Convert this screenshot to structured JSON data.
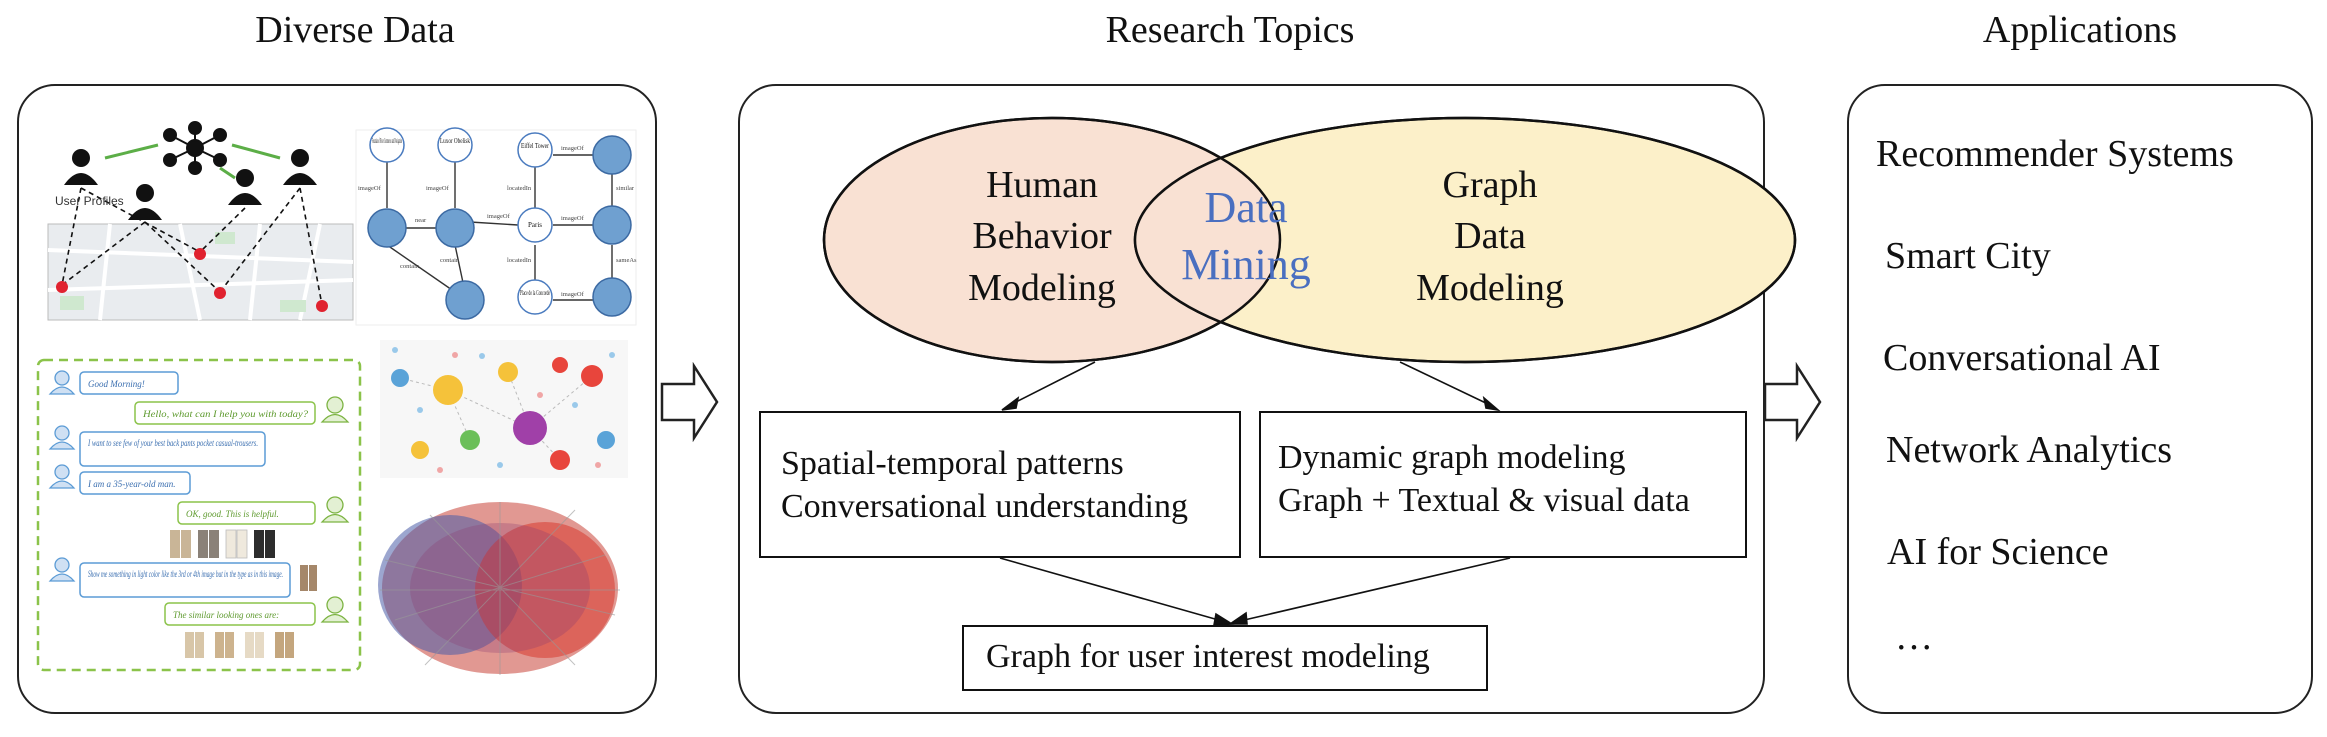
{
  "headings": {
    "left": "Diverse Data",
    "middle": "Research Topics",
    "right": "Applications"
  },
  "diverse_data": {
    "map_panel": {
      "label": "User Profiles"
    },
    "knowledge_graph": {
      "nodes": [
        "Fountain of River Commerce and Navigation",
        "Luxor Obelisk",
        "Eiffel Tower",
        "Paris",
        "Place de la Concorde"
      ],
      "edge_labels": [
        "imageOf",
        "imageOf",
        "imageOf",
        "imageOf",
        "imageOf",
        "imageOf",
        "near",
        "contain",
        "contain",
        "locatedIn",
        "locatedIn",
        "similar",
        "sameAs"
      ]
    },
    "chat": {
      "messages": [
        {
          "from": "user",
          "text": "Good Morning!"
        },
        {
          "from": "bot",
          "text": "Hello, what can I help you with today?"
        },
        {
          "from": "user",
          "text": "I want to see few of your best back pants pocket casual-trousers."
        },
        {
          "from": "user",
          "text": "I am a 35-year-old man."
        },
        {
          "from": "bot",
          "text": "OK, good. This is helpful."
        },
        {
          "from": "user",
          "text": "Show me something in light color like the 3rd or 4th image but in the type as in this image."
        },
        {
          "from": "bot",
          "text": "The similar looking ones are:"
        }
      ]
    }
  },
  "research_topics": {
    "venn": {
      "left": [
        "Human",
        "Behavior",
        "Modeling"
      ],
      "center": [
        "Data",
        "Mining"
      ],
      "right": [
        "Graph",
        "Data",
        "Modeling"
      ]
    },
    "box_left": [
      "Spatial-temporal patterns",
      "Conversational understanding"
    ],
    "box_right": [
      "Dynamic graph modeling",
      "Graph + Textual & visual data"
    ],
    "box_bottom": "Graph for user interest modeling"
  },
  "applications": {
    "items": [
      "Recommender Systems",
      "Smart City",
      "Conversational AI",
      "Network Analytics",
      "AI for Science",
      "…"
    ]
  },
  "colors": {
    "venn_left_fill": "#f9e1d3",
    "venn_right_fill": "#fcf0c9",
    "data_mining_text": "#4a6fc0",
    "chat_border": "#8bc34a",
    "user_bubble_border": "#5b9bd5",
    "bot_bubble_border": "#8bc34a"
  }
}
